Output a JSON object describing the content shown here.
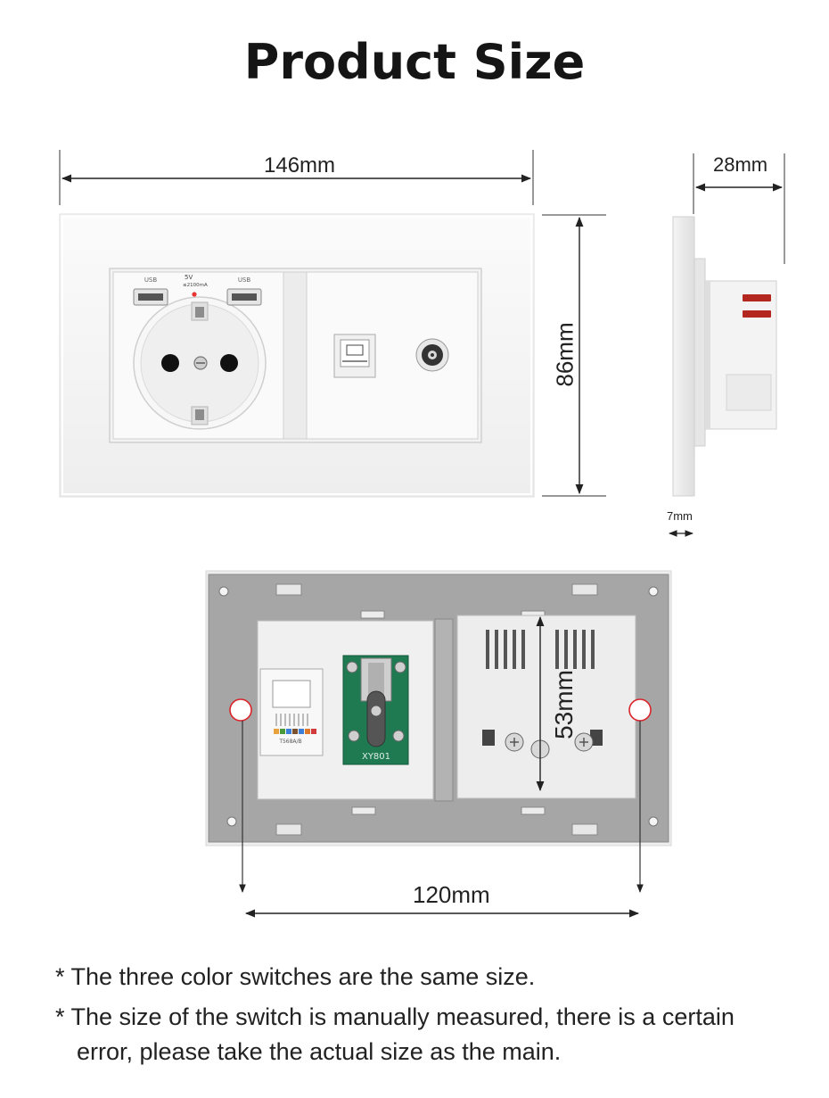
{
  "title": "Product Size",
  "dimensions": {
    "width": "146mm",
    "height": "86mm",
    "depth": "28mm",
    "plate_thickness": "7mm",
    "mounting_spacing": "120mm",
    "module_height": "53mm"
  },
  "product_markings": {
    "usb_left": "USB",
    "usb_right": "USB",
    "usb_rating_voltage": "5V",
    "usb_rating_current": "≤2100mA",
    "rj45_standard": "T568A/B",
    "tv_module_model": "XY801"
  },
  "notes": [
    "* The three color switches are the same size.",
    "* The size of the switch is manually measured, there is a certain",
    "error, please take the actual size as the main."
  ],
  "colors": {
    "glass_white": "#f6f6f6",
    "back_frame": "#a3a3a3",
    "pcb_green": "#1f7a52",
    "dimension_line": "#222222",
    "hole_marker": "#d9252a"
  }
}
